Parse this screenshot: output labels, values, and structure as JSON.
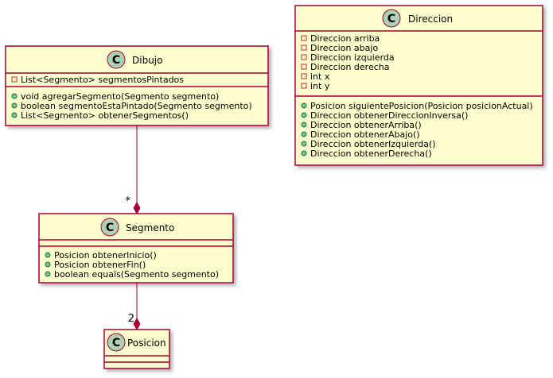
{
  "classes": {
    "dibujo": {
      "stereotype_letter": "C",
      "name": "Dibujo",
      "attributes": [
        {
          "visibility": "private",
          "text": "List<Segmento> segmentosPintados"
        }
      ],
      "methods": [
        {
          "visibility": "public",
          "text": "void agregarSegmento(Segmento segmento)"
        },
        {
          "visibility": "public",
          "text": "boolean segmentoEstaPintado(Segmento segmento)"
        },
        {
          "visibility": "public",
          "text": "List<Segmento> obtenerSegmentos()"
        }
      ]
    },
    "direccion": {
      "stereotype_letter": "C",
      "name": "Direccion",
      "attributes": [
        {
          "visibility": "private",
          "text": "Direccion arriba"
        },
        {
          "visibility": "private",
          "text": "Direccion abajo"
        },
        {
          "visibility": "private",
          "text": "Direccion izquierda"
        },
        {
          "visibility": "private",
          "text": "Direccion derecha"
        },
        {
          "visibility": "private",
          "text": "int x"
        },
        {
          "visibility": "private",
          "text": "int y"
        }
      ],
      "methods": [
        {
          "visibility": "public",
          "text": "Posicion siguientePosicion(Posicion posicionActual)"
        },
        {
          "visibility": "public",
          "text": "Direccion obtenerDireccionInversa()"
        },
        {
          "visibility": "public",
          "text": "Direccion obtenerArriba()"
        },
        {
          "visibility": "public",
          "text": "Direccion obtenerAbajo()"
        },
        {
          "visibility": "public",
          "text": "Direccion obtenerIzquierda()"
        },
        {
          "visibility": "public",
          "text": "Direccion obtenerDerecha()"
        }
      ]
    },
    "segmento": {
      "stereotype_letter": "C",
      "name": "Segmento",
      "attributes": [],
      "methods": [
        {
          "visibility": "public",
          "text": "Posicion obtenerInicio()"
        },
        {
          "visibility": "public",
          "text": "Posicion obtenerFin()"
        },
        {
          "visibility": "public",
          "text": "boolean equals(Segmento segmento)"
        }
      ]
    },
    "posicion": {
      "stereotype_letter": "C",
      "name": "Posicion",
      "attributes": [],
      "methods": []
    }
  },
  "relations": {
    "dibujo_segmento": {
      "type": "composition",
      "multiplicity": "*"
    },
    "segmento_posicion": {
      "type": "composition",
      "multiplicity": "2"
    }
  },
  "colors": {
    "class_fill": "#FEFECE",
    "border": "#A80036",
    "stereotype_circle": "#ADD1B2",
    "private_marker": "#C82930",
    "public_marker": "#84BE84"
  }
}
